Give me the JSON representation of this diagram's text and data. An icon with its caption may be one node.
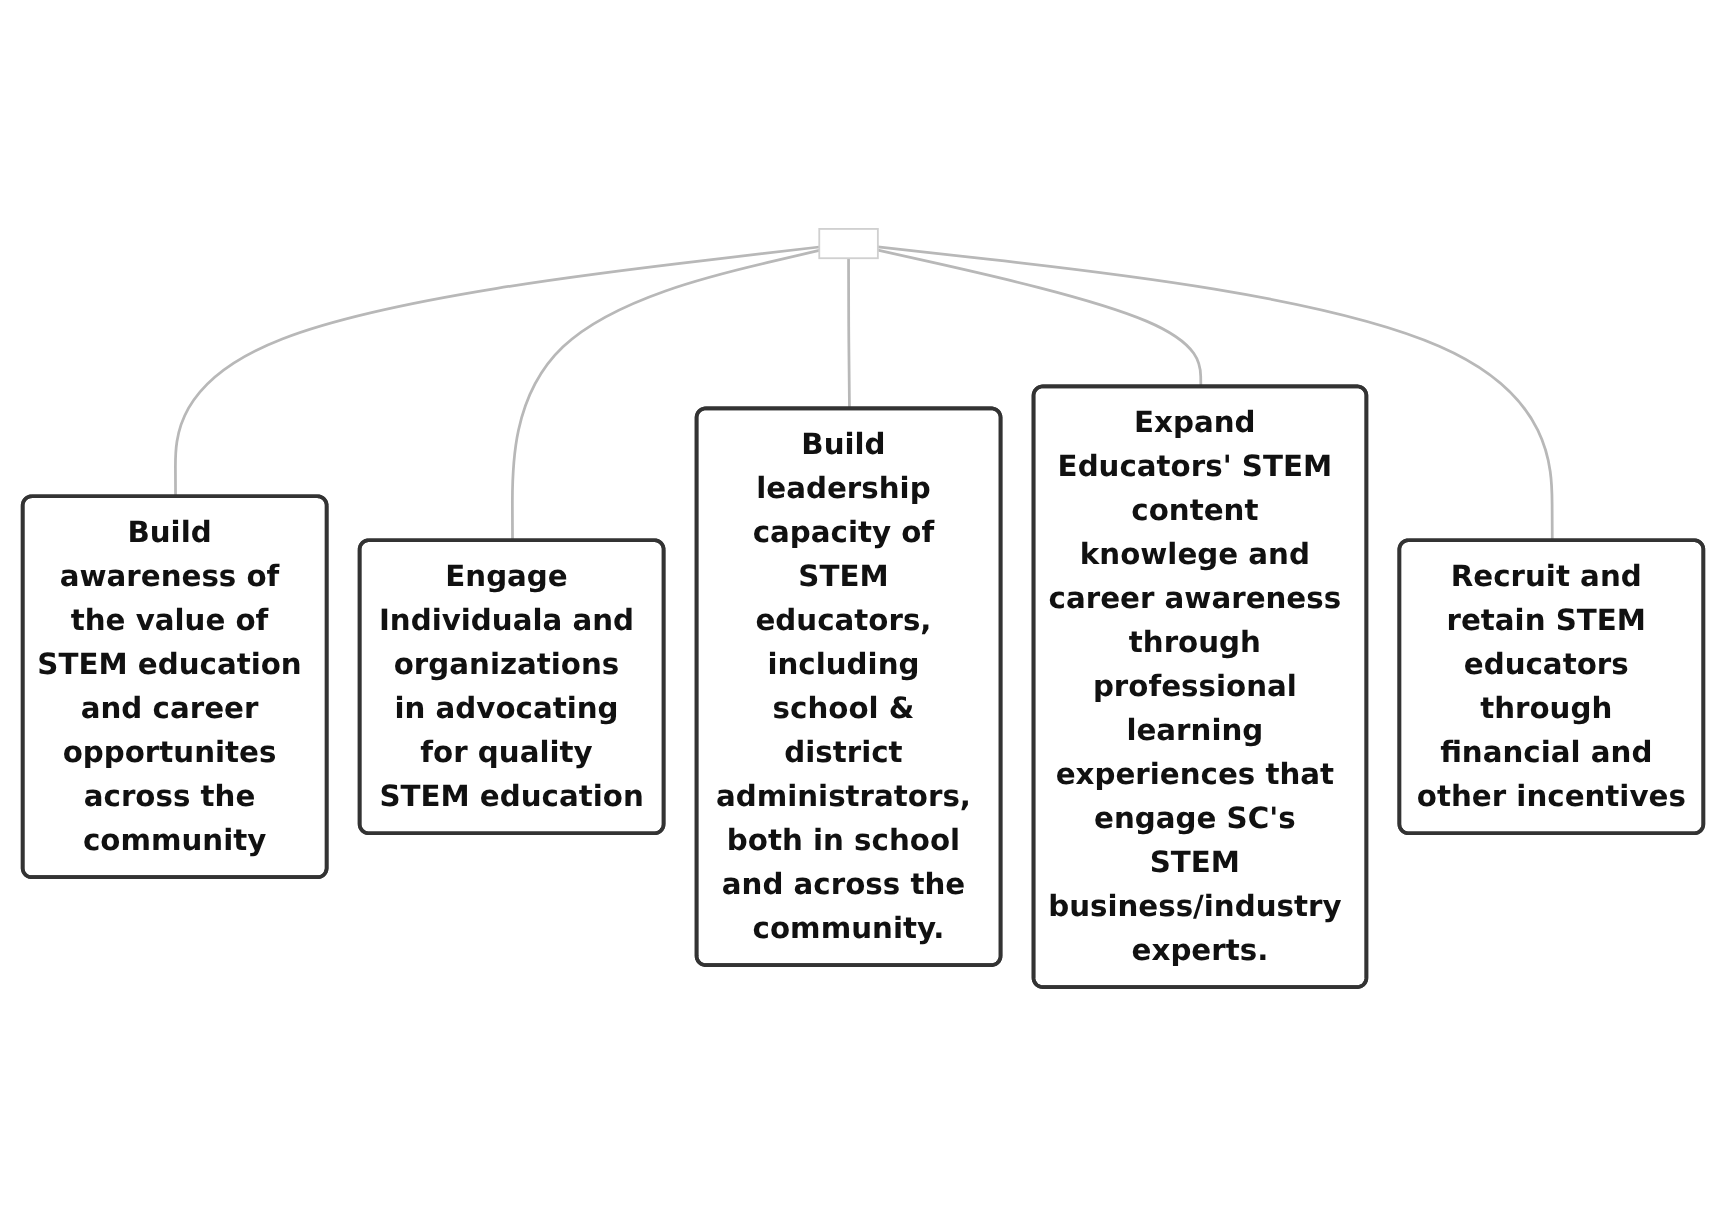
{
  "diagram": {
    "nodes": [
      {
        "text": [],
        "shape": "box"
      },
      {
        "text": [
          "Build awareness of the value of STEM education and career opportunites across the community"
        ]
      },
      {
        "text": [
          "Engage Individuala and organizations in advocating for quality STEM education"
        ]
      },
      {
        "text": [
          "Build leadership capacity of STEM educators, including school & district administrators, both in school and across the community."
        ]
      },
      {
        "text": [
          "Expand Educators' STEM content knowlege and career awareness through professional learning experiences that engage SC's STEM business/industry experts."
        ]
      },
      {
        "text": [
          "Recruit and retain STEM educators through financial and other incentives"
        ]
      }
    ],
    "edges": [
      {
        "from": 0,
        "to": 1,
        "arrow": "none"
      },
      {
        "from": 0,
        "to": 2,
        "arrow": "none"
      },
      {
        "from": 0,
        "to": 3,
        "arrow": "none"
      },
      {
        "from": 0,
        "to": 4,
        "arrow": "none"
      },
      {
        "from": 0,
        "to": 5,
        "arrow": "none"
      }
    ]
  }
}
